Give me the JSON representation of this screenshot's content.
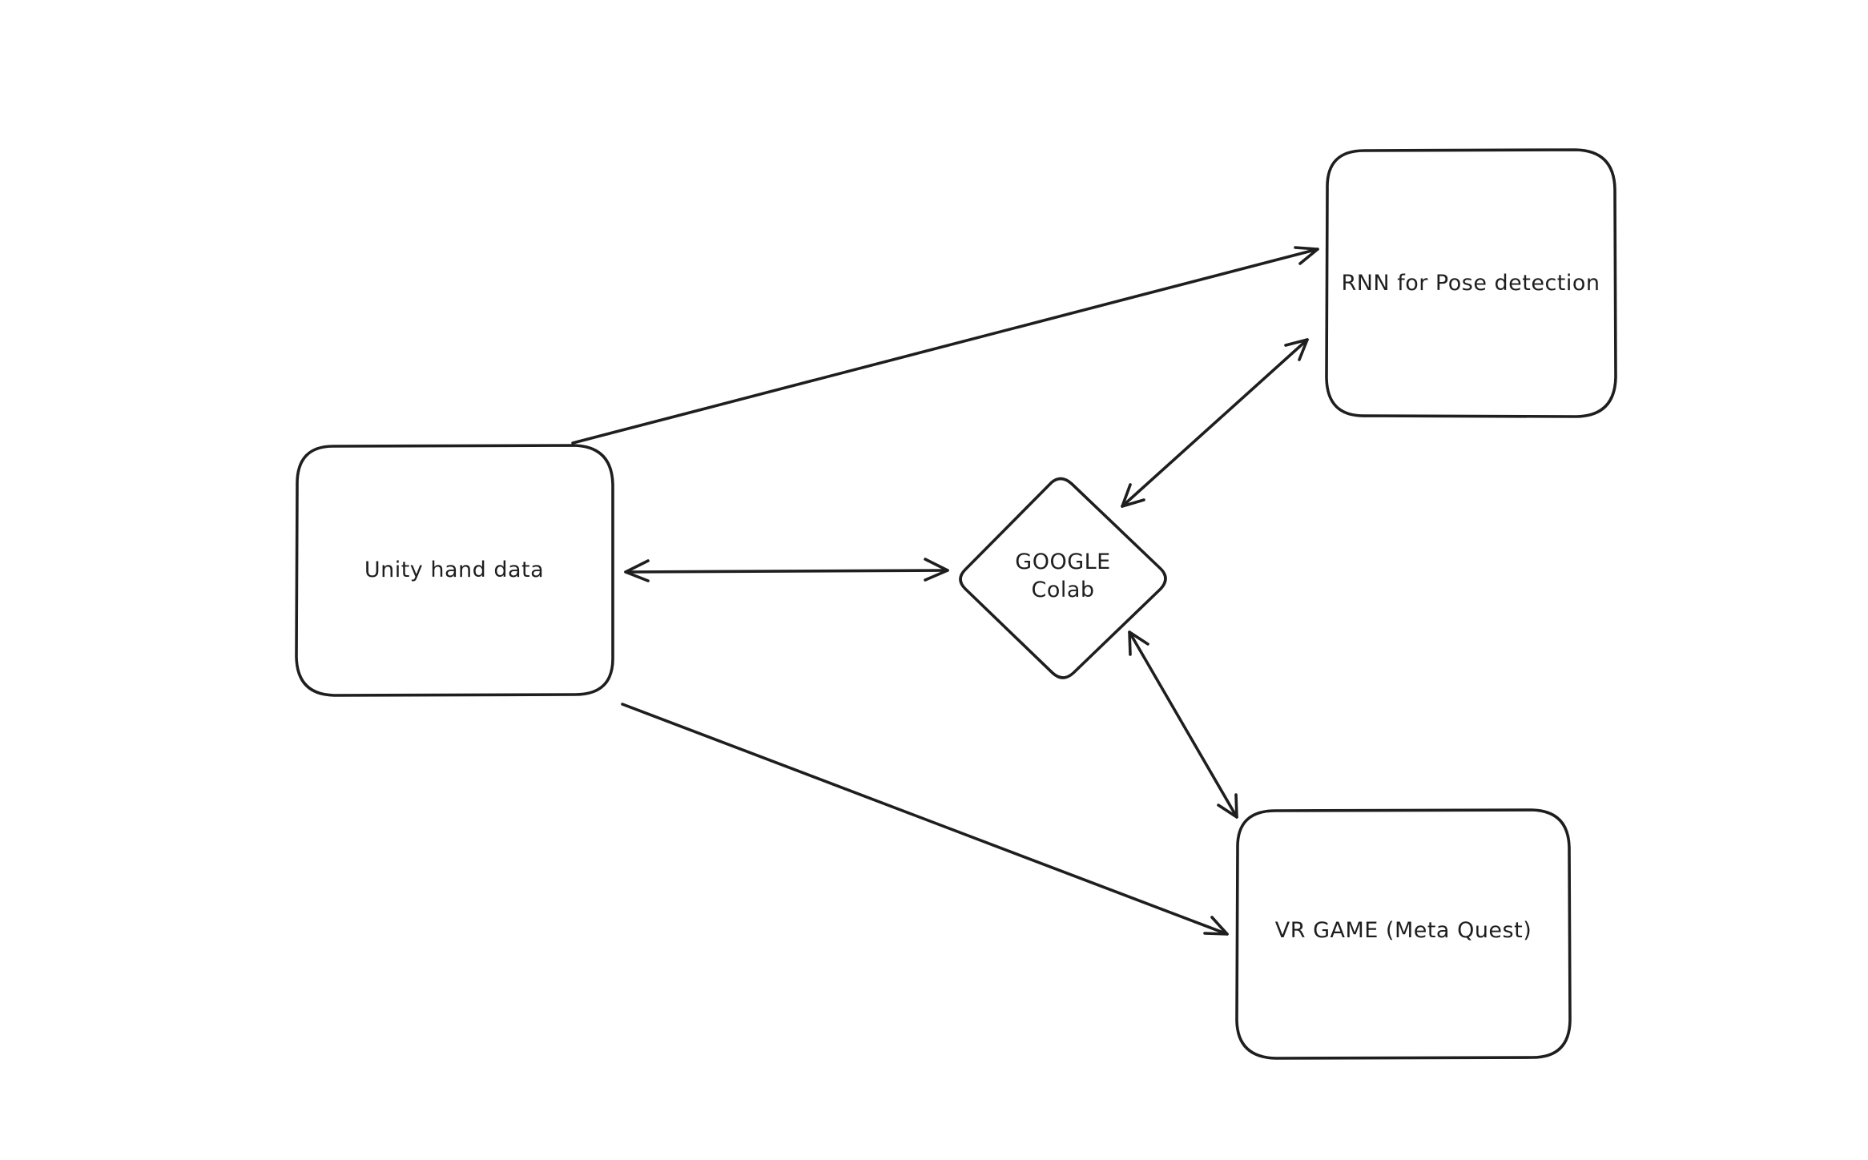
{
  "diagram": {
    "nodes": {
      "unity": {
        "label": "Unity hand data",
        "shape": "rounded-rectangle"
      },
      "colab": {
        "label_line1": "GOOGLE",
        "label_line2": "Colab",
        "shape": "diamond"
      },
      "rnn": {
        "label": "RNN for Pose detection",
        "shape": "rounded-rectangle"
      },
      "vr": {
        "label": "VR GAME (Meta Quest)",
        "shape": "rounded-rectangle"
      }
    },
    "edges": [
      {
        "from": "Unity hand data",
        "to": "GOOGLE Colab",
        "direction": "bidirectional"
      },
      {
        "from": "Unity hand data",
        "to": "RNN for Pose detection",
        "direction": "forward"
      },
      {
        "from": "Unity hand data",
        "to": "VR GAME (Meta Quest)",
        "direction": "forward"
      },
      {
        "from": "GOOGLE Colab",
        "to": "RNN for Pose detection",
        "direction": "bidirectional"
      },
      {
        "from": "GOOGLE Colab",
        "to": "VR GAME (Meta Quest)",
        "direction": "bidirectional"
      }
    ],
    "colors": {
      "stroke": "#1e1e1e",
      "background": "#ffffff"
    }
  }
}
